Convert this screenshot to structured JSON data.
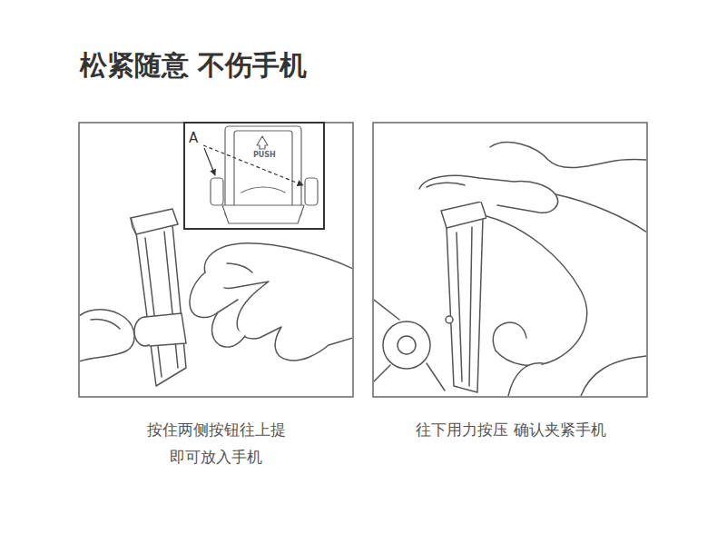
{
  "diagram": {
    "title": "松紧随意 不伤手机",
    "labels": [
      "A",
      "PUSH",
      "按住两侧按钮往上提 即可放入手机",
      "往下用力按压 确认夹紧手机"
    ]
  }
}
